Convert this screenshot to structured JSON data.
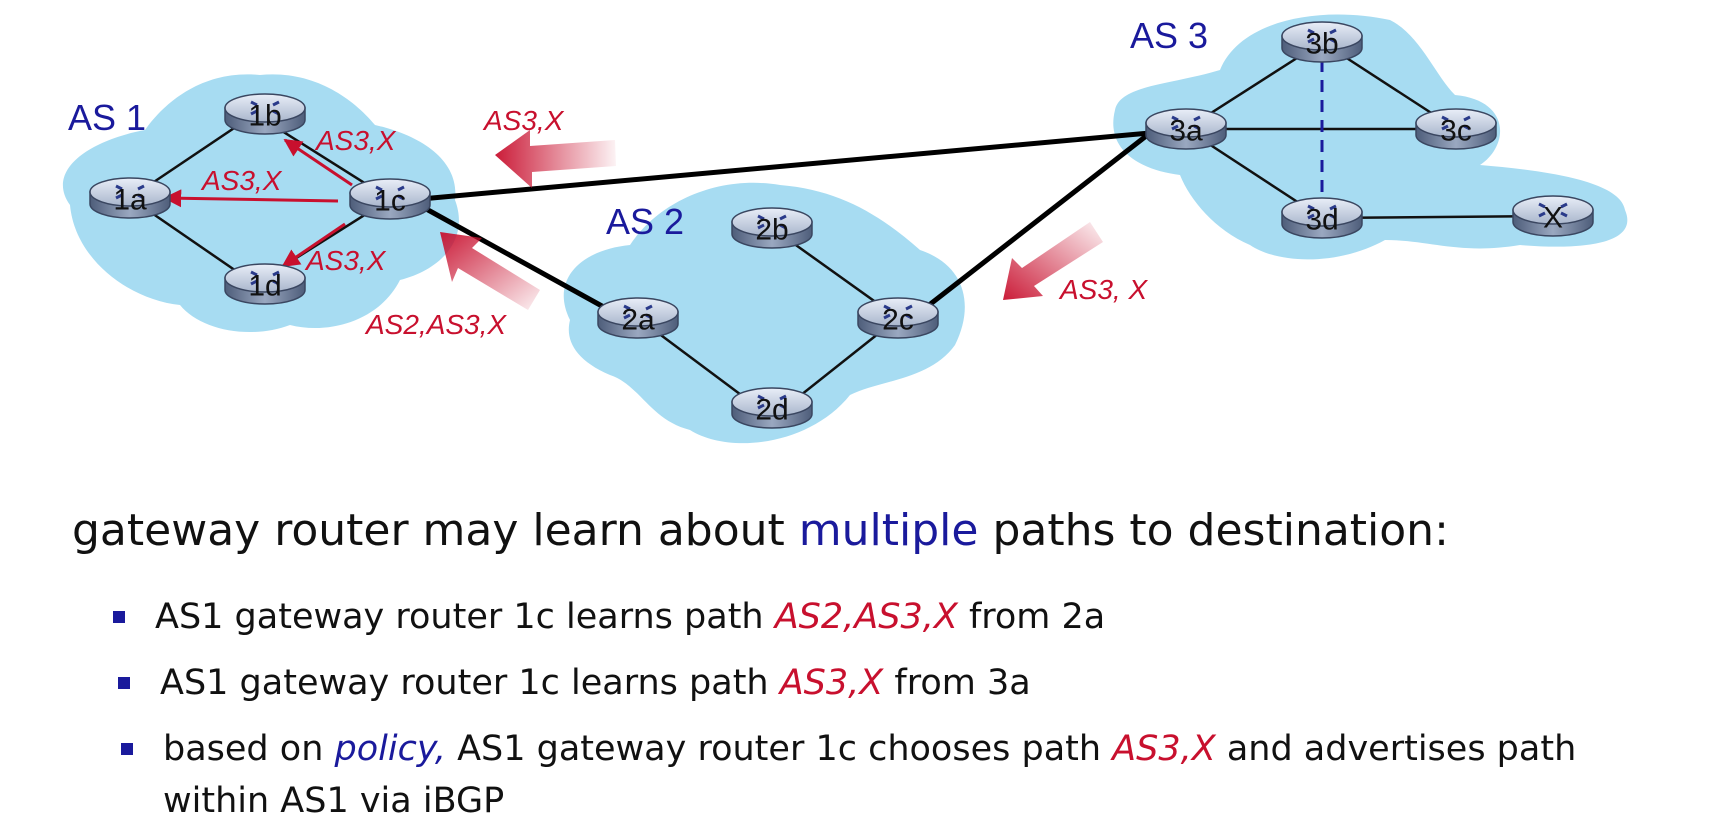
{
  "diagram": {
    "as_labels": {
      "as1": "AS 1",
      "as2": "AS 2",
      "as3": "AS 3"
    },
    "routers": {
      "r1a": "1a",
      "r1b": "1b",
      "r1c": "1c",
      "r1d": "1d",
      "r2a": "2a",
      "r2b": "2b",
      "r2c": "2c",
      "r2d": "2d",
      "r3a": "3a",
      "r3b": "3b",
      "r3c": "3c",
      "r3d": "3d",
      "rx": "X"
    },
    "path_labels": {
      "as1_to_1b": "AS3,X",
      "as1_to_1a": "AS3,X",
      "as1_to_1d": "AS3,X",
      "from_3a": "AS3,X",
      "from_2a": "AS2,AS3,X",
      "from_2c": "AS3, X"
    },
    "colors": {
      "cloud": "#a7dcf2",
      "arrow": "#c8102e",
      "as_label": "#1a1a9c"
    }
  },
  "text": {
    "headline_pre": "gateway router may learn about ",
    "headline_em": "multiple",
    "headline_post": " paths to destination:",
    "bullets": [
      {
        "pre": "AS1 gateway router 1c learns path ",
        "path": "AS2,AS3,X",
        "post": " from 2a"
      },
      {
        "pre": "AS1 gateway router 1c learns path ",
        "path": "AS3,X",
        "post": " from 3a"
      },
      {
        "pre": "based on ",
        "policy": "policy,",
        "mid": " AS1 gateway router 1c chooses path ",
        "path": "AS3,X",
        "post": " and advertises path",
        "line2": "within AS1 via iBGP"
      }
    ]
  }
}
